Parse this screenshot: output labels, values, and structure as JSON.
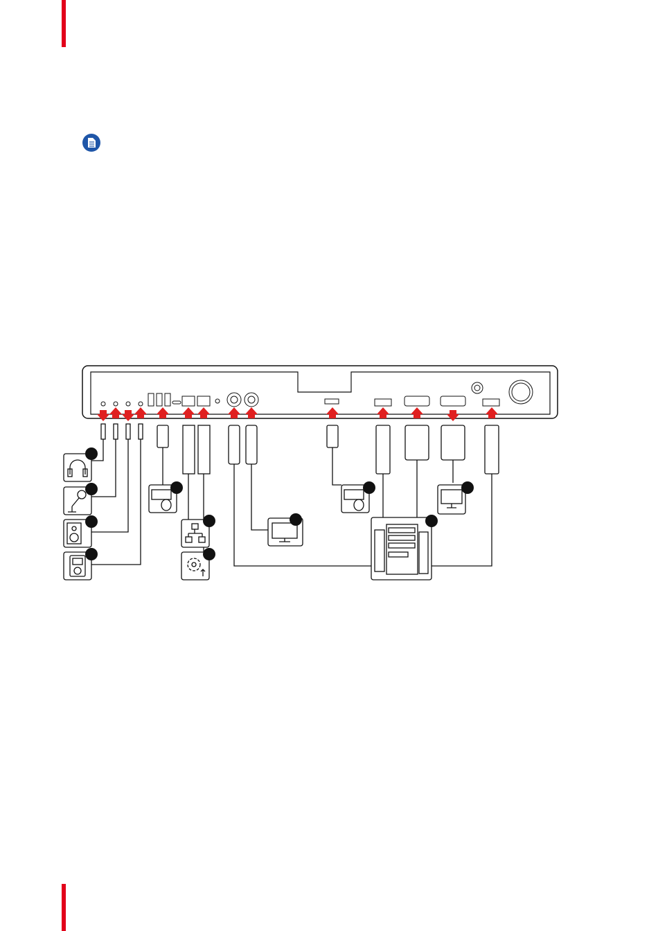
{
  "colors": {
    "accent": "#e2001a",
    "note": "#1f56a8",
    "arrow": "#e02020",
    "line": "#111111",
    "panel_fill": "#ffffff"
  },
  "icons": {
    "note": "note-document-icon",
    "headphones": "headphones-icon",
    "microphone": "microphone-icon",
    "speaker": "speaker-icon",
    "audio_player": "audio-player-icon",
    "keyboard_mouse": "keyboard-mouse-icon",
    "network": "network-icon",
    "service": "gear-service-icon",
    "monitor": "monitor-icon",
    "computer": "computer-tower-icon"
  },
  "callouts": [
    {
      "id": "headphones",
      "label": ""
    },
    {
      "id": "microphone",
      "label": ""
    },
    {
      "id": "speaker",
      "label": ""
    },
    {
      "id": "audio-player",
      "label": ""
    },
    {
      "id": "keyboard-mouse-left",
      "label": ""
    },
    {
      "id": "network",
      "label": ""
    },
    {
      "id": "service",
      "label": ""
    },
    {
      "id": "sdi-monitor",
      "label": ""
    },
    {
      "id": "keyboard-mouse-right",
      "label": ""
    },
    {
      "id": "dvi-monitor",
      "label": ""
    },
    {
      "id": "computer",
      "label": ""
    }
  ]
}
